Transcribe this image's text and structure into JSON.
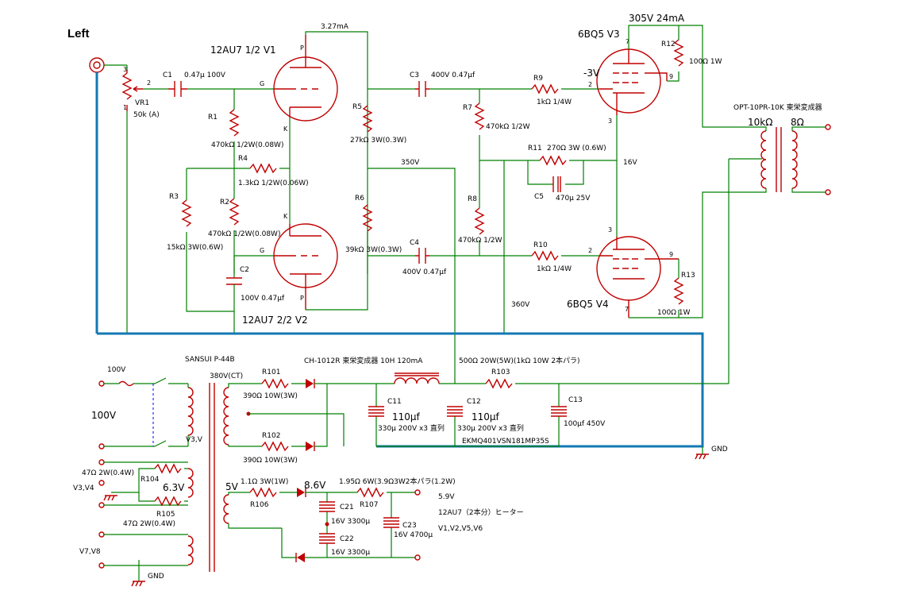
{
  "title": "Left",
  "labels": {
    "v1_tube": "12AU7 1/2  V1",
    "v2_tube": "12AU7 2/2 V2",
    "v3_tube": "6BQ5 V3",
    "v4_tube": "6BQ5 V4",
    "i_v1": "3.27mA",
    "v3_top": "305V 24mA",
    "v3_grid": "-3V",
    "n350": "350V",
    "n360": "360V",
    "n16": "16V",
    "opt": "OPT-10PR-10K 東栄変成器",
    "opt_p": "10kΩ",
    "opt_s": "8Ω",
    "c1": "C1",
    "c1_v": "0.47μ  100V",
    "vr1": "VR1",
    "vr1_v": "50k  (A)",
    "r1": "R1",
    "r1_v": "470kΩ 1/2W(0.08W)",
    "r2": "R2",
    "r2_v": "470kΩ 1/2W(0.08W)",
    "r3": "R3",
    "r3_v": "15kΩ  3W(0.6W)",
    "r4": "R4",
    "r4_v": "1.3kΩ  1/2W(0.06W)",
    "r5": "R5",
    "r5_v": "27kΩ  3W(0.3W)",
    "r6": "R6",
    "r6_v": "39kΩ  3W(0.3W)",
    "r7": "R7",
    "r7_v": "470kΩ  1/2W",
    "r8": "R8",
    "r8_v": "470kΩ  1/2W",
    "r9": "R9",
    "r9_v": "1kΩ  1/4W",
    "r10": "R10",
    "r10_v": "1kΩ  1/4W",
    "r11": "R11",
    "r11_v": "270Ω  3W (0.6W)",
    "r12": "R12",
    "r12_v": "100Ω  1W",
    "r13": "R13",
    "r13_v": "100Ω  1W",
    "c2": "C2",
    "c2_v": "100V  0.47μf",
    "c3": "C3",
    "c3_v": "400V  0.47μf",
    "c4": "C4",
    "c4_v": "400V  0.47μf",
    "c5": "C5",
    "c5_v": "470μ   25V",
    "pt": "SANSUI  P-44B",
    "pt_ct": "380V(CT)",
    "ac1": "100V",
    "ac2": "100V",
    "v3v": "V3,V",
    "r101": "R101",
    "r101_v": "390Ω  10W(3W)",
    "r102": "R102",
    "r102_v": "390Ω  10W(3W)",
    "ch": "CH-1012R  東栄変成器 10H   120mA",
    "r103": "R103",
    "r103_v": "500Ω  20W(5W)(1kΩ  10W 2本パラ)",
    "c11": "C11",
    "c11_v": "110μf",
    "c12": "C12",
    "c12_v": "110μf",
    "c11_note": "330μ  200V  x3  直列",
    "c12_note": "330μ  200V  x3  直列",
    "ekmq": "EKMQ401VSN181MP35S",
    "c13": "C13",
    "c13_v": "100μf  450V",
    "gnd1": "GND",
    "h_47a": "47Ω   2W(0.4W)",
    "h_v34": "V3,V4",
    "r104": "R104",
    "h_63": "6.3V",
    "r105": "R105",
    "h_47b": "47Ω   2W(0.4W)",
    "h_5v": "5V",
    "r106": "R106",
    "r106_v": "1.1Ω   3W(1W)",
    "h_86": "8.6V",
    "r107": "R107",
    "r107_v": "1.95Ω   6W(3.9Ω3W2本パラ(1.2W)",
    "c21": "C21",
    "c21_v": "16V  3300μ",
    "c22": "C22",
    "c22_v": "16V  3300μ",
    "c23": "C23",
    "c23_v": "16V  4700μ",
    "h_59": "5.9V",
    "h_12au7": "12AU7（2本分）ヒーター",
    "h_tubes": "V1,V2,V5,V6",
    "v78": "V7,V8",
    "gnd2": "GND",
    "pin_g": "G",
    "pin_k": "K",
    "pin_p": "P",
    "pin_2": "2",
    "pin_3": "3",
    "pin_7": "7",
    "pin_9": "9",
    "pin_1": "1"
  }
}
